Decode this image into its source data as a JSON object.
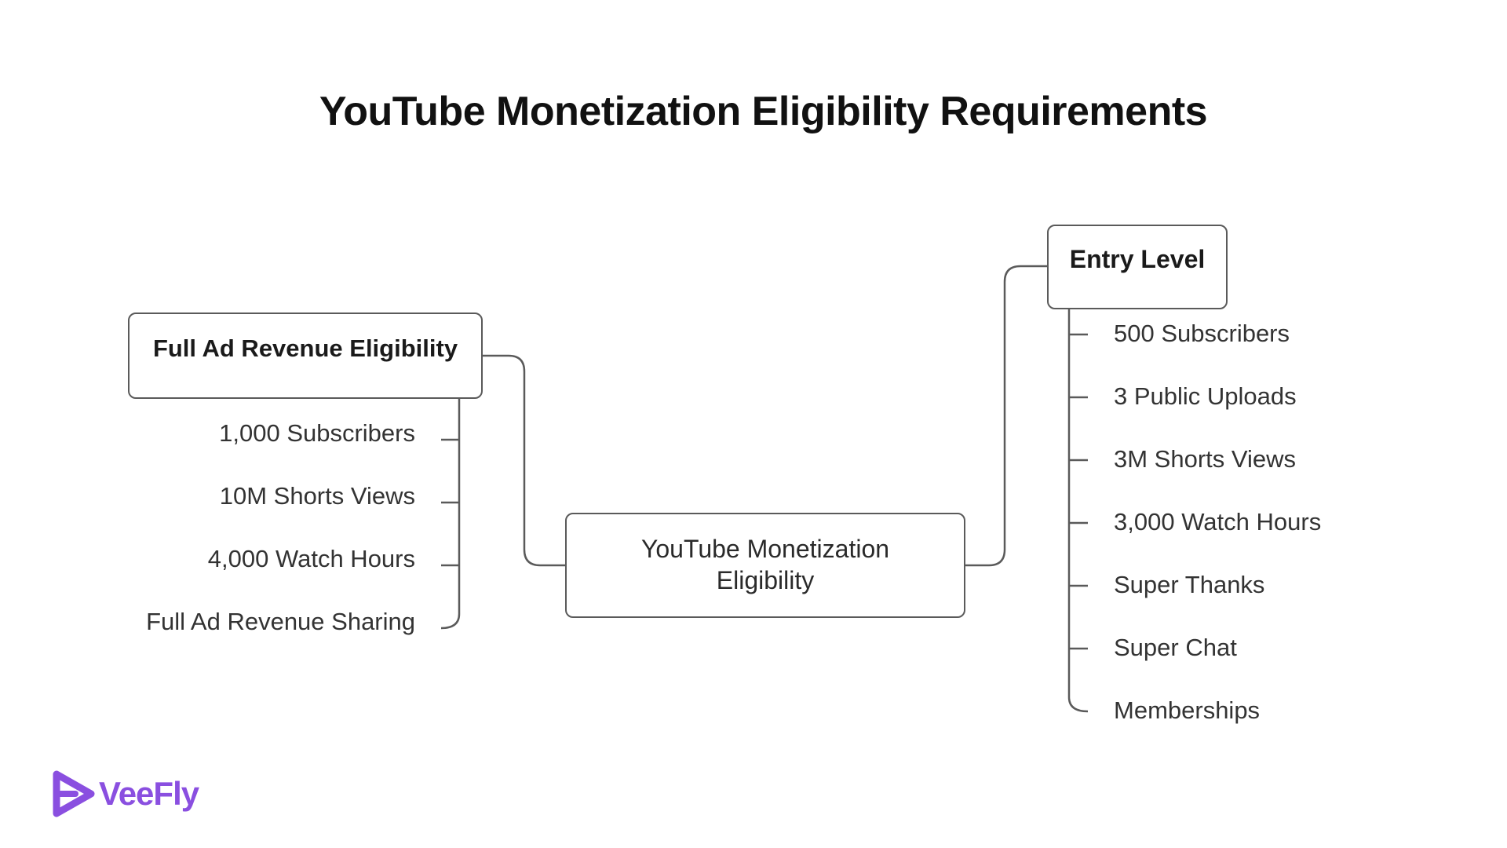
{
  "title": "YouTube Monetization Eligibility Requirements",
  "center_node": {
    "label": "YouTube Monetization Eligibility"
  },
  "branches": {
    "left": {
      "label": "Full Ad Revenue Eligibility",
      "items": [
        "1,000 Subscribers",
        "10M Shorts Views",
        "4,000 Watch Hours",
        "Full Ad Revenue Sharing"
      ]
    },
    "right": {
      "label": "Entry Level",
      "items": [
        "500 Subscribers",
        "3 Public Uploads",
        "3M Shorts Views",
        "3,000 Watch Hours",
        "Super Thanks",
        "Super Chat",
        "Memberships"
      ]
    }
  },
  "logo": {
    "text": "VeeFly",
    "icon": "play-triangle-logo-icon",
    "color": "#8a4fe0"
  },
  "colors": {
    "line": "#5a5a5a",
    "text": "#222222",
    "brand": "#8a4fe0"
  }
}
